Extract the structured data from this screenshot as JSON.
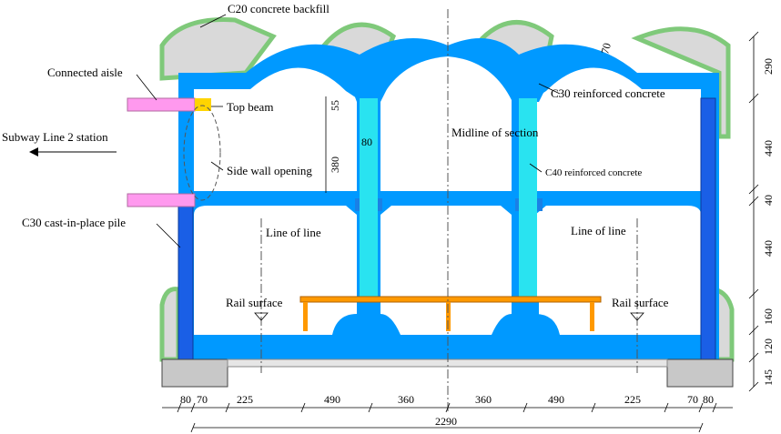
{
  "labels": {
    "backfill": "C20 concrete backfill",
    "connected_aisle": "Connected aisle",
    "top_beam": "Top beam",
    "subway_station": "Subway Line 2 station",
    "side_wall_opening": "Side wall opening",
    "cast_in_place_pile": "C30 cast-in-place pile",
    "c30_reinforced": "C30 reinforced concrete",
    "midline": "Midline of section",
    "c40_reinforced": "C40 reinforced concrete",
    "line_of_line_left": "Line of line",
    "line_of_line_right": "Line of line",
    "rail_surface_left": "Rail surface",
    "rail_surface_right": "Rail surface"
  },
  "dimensions": {
    "bottom": [
      "80",
      "70",
      "225",
      "490",
      "360",
      "360",
      "490",
      "225",
      "70",
      "80"
    ],
    "total_width": "2290",
    "right": [
      "290",
      "440",
      "40",
      "440",
      "160",
      "120",
      "145"
    ],
    "column_height": "380",
    "haunch_height": "55",
    "column_width": "80",
    "arch_thickness": "70"
  },
  "colors": {
    "structure": "#0099ff",
    "pile": "#1a5fe6",
    "column": "#29e3f0",
    "backfill": "#d9d9d9",
    "backfill_outline": "#7fc97a",
    "aisle": "#ff99ee",
    "top_beam": "#ffd400",
    "rail": "#ff9900",
    "base": "#c8c8c8"
  }
}
